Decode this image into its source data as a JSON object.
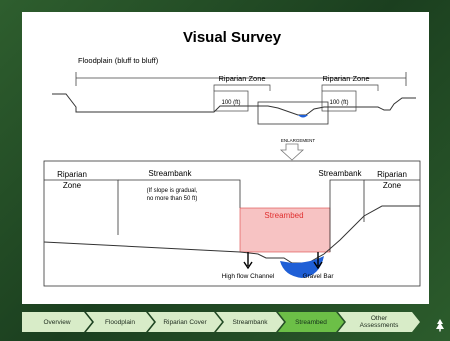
{
  "title": "Visual Survey",
  "top_diagram": {
    "floodplain_label": "Floodplain (bluff to bluff)",
    "riparian_left_label": "Riparian Zone",
    "riparian_right_label": "Riparian Zone",
    "width_left": "100 (ft)",
    "width_right": "100 (ft)",
    "enlargement_label": "ENLARGEMENT"
  },
  "bottom_diagram": {
    "riparian_left": [
      "Riparian",
      "Zone"
    ],
    "streambank_left": "Streambank",
    "streambank_note": [
      "(If slope is gradual,",
      "no more than 50 ft)"
    ],
    "streambed": "Streambed",
    "streambank_right": "Streambank",
    "riparian_right": [
      "Riparian",
      "Zone"
    ],
    "high_flow_channel": "High flow Channel",
    "gravel_bar": "Gravel Bar"
  },
  "nav": {
    "steps": [
      "Overview",
      "Floodplain",
      "Riparian Cover",
      "Streambank",
      "Streambed",
      [
        "Other",
        "Assessments"
      ]
    ],
    "active": "Streambed"
  },
  "colors": {
    "streambed_fill": "#f7c3c3",
    "streambed_text": "#e03030",
    "water": "#1f5fd6",
    "nav_active": "#6cbf47",
    "nav_inactive": "#d8ecc8"
  },
  "icons": [
    "arrow-down-icon",
    "enlargement-arrow-icon",
    "logo-icon"
  ]
}
